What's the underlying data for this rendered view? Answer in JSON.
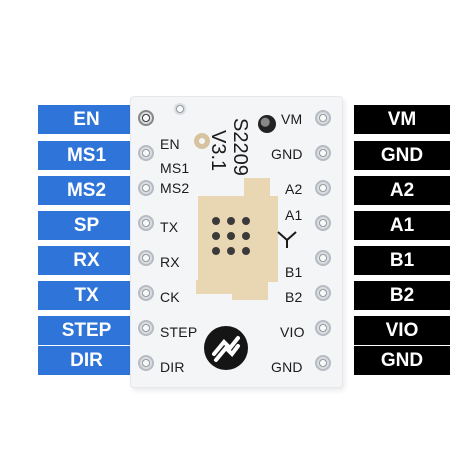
{
  "left_labels": [
    "EN",
    "MS1",
    "MS2",
    "SP",
    "RX",
    "TX",
    "STEP",
    "DIR"
  ],
  "right_labels": [
    "VM",
    "GND",
    "A2",
    "A1",
    "B1",
    "B2",
    "VIO",
    "GND"
  ],
  "board": {
    "model": "S2209",
    "version": "V3.1",
    "left_silk": [
      "EN",
      "MS1",
      "MS2",
      "TX",
      "RX",
      "CK",
      "STEP",
      "DIR"
    ],
    "right_silk": [
      "VM",
      "GND",
      "A2",
      "A1",
      "B1",
      "B2",
      "VIO",
      "GND"
    ]
  },
  "colors": {
    "left_label_bg": "#2f74d8",
    "right_label_bg": "#000000",
    "board": "#f4f5f7",
    "pad": "#e9d7b4"
  },
  "icons": [
    "pin-header-hole",
    "brand-logo",
    "coil-fork-symbol"
  ]
}
